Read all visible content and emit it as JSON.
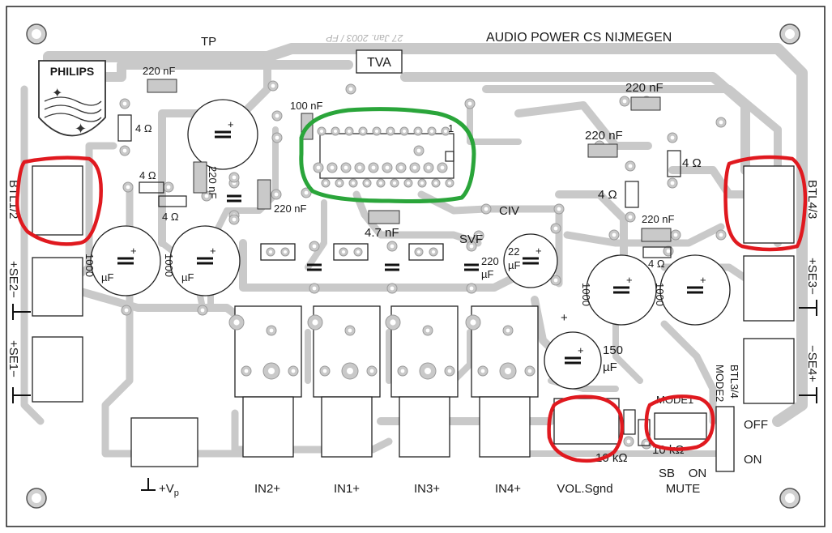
{
  "board": {
    "title": "AUDIO POWER CS NIJMEGEN",
    "date_stamp": "27 Jan. 2003 / FP",
    "tp_mark": "TP",
    "logo_text": "PHILIPS",
    "ic_label": "TVA",
    "pin1_mark": "1"
  },
  "components": {
    "cap_220nF_top_left": "220 nF",
    "cap_100nF": "100 nF",
    "cap_220nF_top_right": "220 nF",
    "cap_220nF_right": "220 nF",
    "cap_220nF_right2": "220 nF",
    "cap_220nF_vertical": "220 nF",
    "cap_220nF_mid": "220 nF",
    "cap_4_7nF": "4.7 nF",
    "cap_22uF_value": "22",
    "cap_22uF_unit": "µF",
    "cap_220uF_value": "220",
    "cap_220uF_unit": "µF",
    "cap_1000uF_value": "1000",
    "cap_1000uF_unit": "µF",
    "cap_150uF_value": "150",
    "cap_150uF_unit": "µF",
    "res_4ohm": "4 Ω",
    "res_10k": "10 kΩ",
    "civ": "CIV",
    "svf": "SVF",
    "plus": "+"
  },
  "connectors": {
    "btl12": "BTL1/2",
    "se2": "+SE2−",
    "se1": "+SE1−",
    "btl43": "BTL4/3",
    "se3": "+SE3−",
    "se4": "−SE4+",
    "vp": "+V",
    "vp_sub": "p",
    "in2": "IN2+",
    "in1": "IN1+",
    "in3": "IN3+",
    "in4": "IN4+",
    "vol": "VOL.Sgnd",
    "mute": "MUTE",
    "sb": "SB",
    "on": "ON",
    "off": "OFF",
    "on2": "ON",
    "mode1": "MODE1",
    "mode2": "MODE2",
    "btl34": "BTL3/4"
  },
  "highlights": {
    "red": "#e0191f",
    "green": "#2aa53a"
  }
}
